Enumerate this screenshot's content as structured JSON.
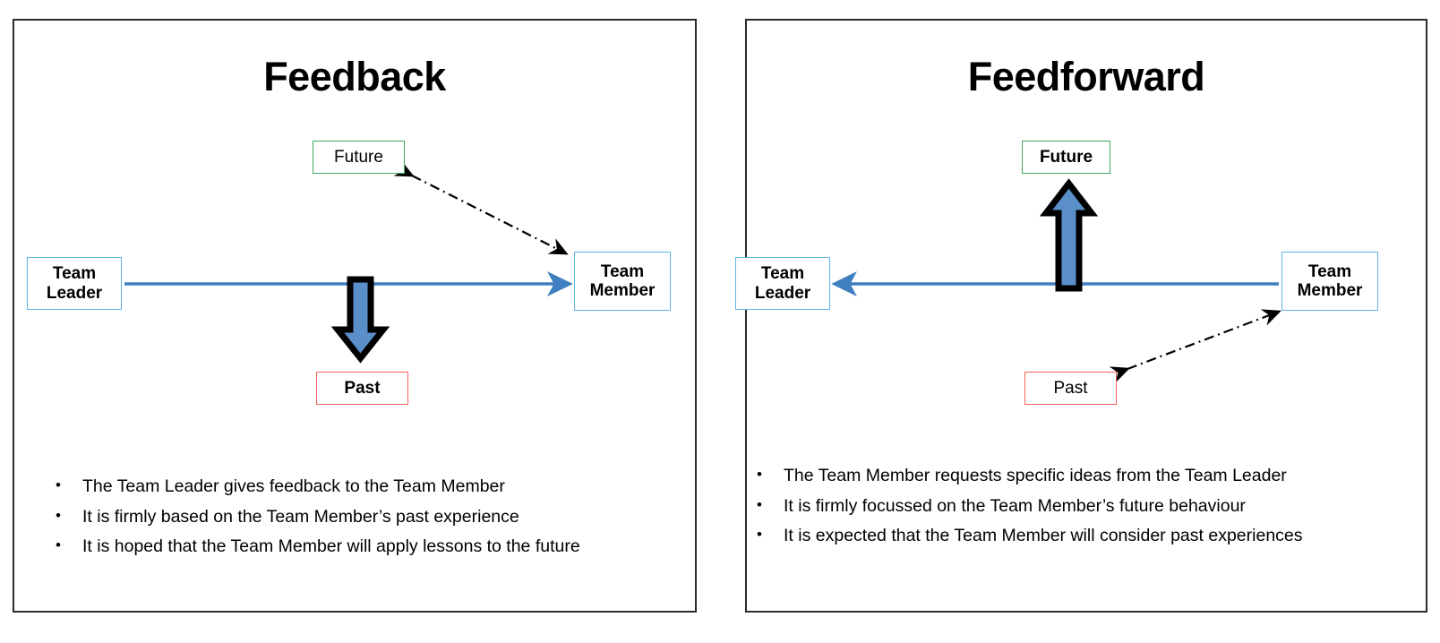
{
  "panels": [
    {
      "id": "feedback",
      "title": "Feedback",
      "nodes": {
        "team_leader": "Team\nLeader",
        "team_member": "Team\nMember",
        "future": "Future",
        "past": "Past"
      },
      "bullets": [
        "The Team Leader gives feedback to the Team Member",
        "It is firmly based on the Team Member’s past experience",
        "It is hoped that the Team Member will apply lessons to the future"
      ],
      "connectors": [
        {
          "name": "leader-to-member-arrow",
          "style": "solid-blue",
          "direction": "left-to-right",
          "from": "Team Leader",
          "to": "Team Member"
        },
        {
          "name": "down-arrow-to-past",
          "style": "thick-blue-black-outline",
          "direction": "down",
          "from": "timeline",
          "to": "Past"
        },
        {
          "name": "future-member-dashdot-arrow",
          "style": "dash-dot-double-headed",
          "from": "Future",
          "to": "Team Member"
        }
      ]
    },
    {
      "id": "feedforward",
      "title": "Feedforward",
      "nodes": {
        "team_leader": "Team\nLeader",
        "team_member": "Team\nMember",
        "future": "Future",
        "past": "Past"
      },
      "bullets": [
        "The Team Member requests specific ideas from the Team Leader",
        "It is firmly focussed on the Team Member’s future behaviour",
        "It is expected that the Team Member will consider past experiences"
      ],
      "connectors": [
        {
          "name": "member-to-leader-arrow",
          "style": "solid-blue",
          "direction": "right-to-left",
          "from": "Team Member",
          "to": "Team Leader"
        },
        {
          "name": "up-arrow-to-future",
          "style": "thick-blue-black-outline",
          "direction": "up",
          "from": "timeline",
          "to": "Future"
        },
        {
          "name": "past-member-dashdot-arrow",
          "style": "dash-dot-double-headed",
          "from": "Past",
          "to": "Team Member"
        }
      ]
    }
  ],
  "bullet_marker": "•",
  "colors": {
    "panel_border": "#2b2b2b",
    "person_box_border": "#5FB3E8",
    "future_box_border": "#3FA860",
    "past_box_border": "#F4635B",
    "timeline_blue": "#3F7FBF",
    "arrow_fill_blue": "#5B8FC9",
    "arrow_outline": "#000000",
    "dash_dot_arrow": "#000000",
    "text": "#000000",
    "background": "#FFFFFF"
  }
}
